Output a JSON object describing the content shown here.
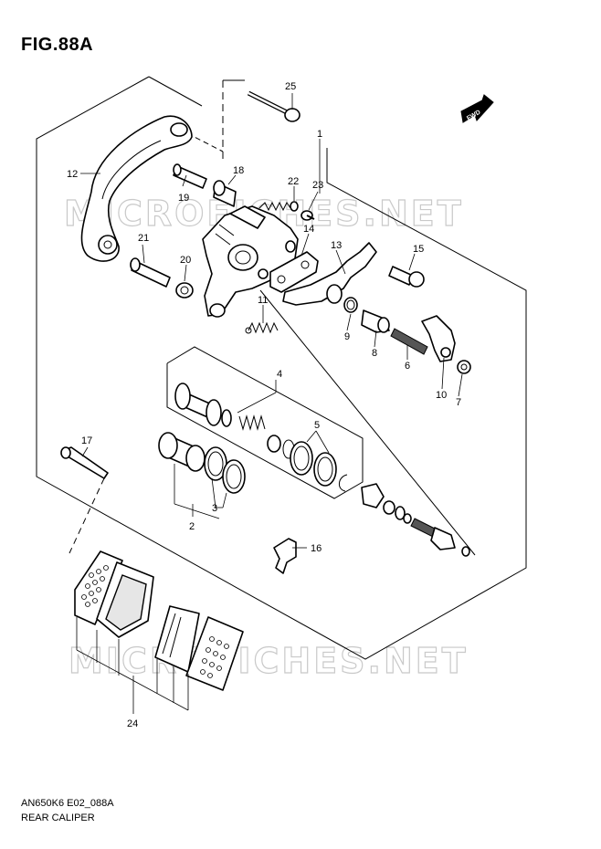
{
  "figure_title": "FIG.88A",
  "diagram_code": "AN650K6 E02_088A",
  "diagram_name": "REAR CALIPER",
  "watermark": "MICROFICHES.NET",
  "direction_tag": "FWD",
  "callouts": [
    "1",
    "2",
    "3",
    "4",
    "5",
    "6",
    "7",
    "8",
    "9",
    "10",
    "11",
    "12",
    "13",
    "14",
    "15",
    "16",
    "17",
    "18",
    "19",
    "20",
    "21",
    "22",
    "23",
    "24",
    "25"
  ]
}
